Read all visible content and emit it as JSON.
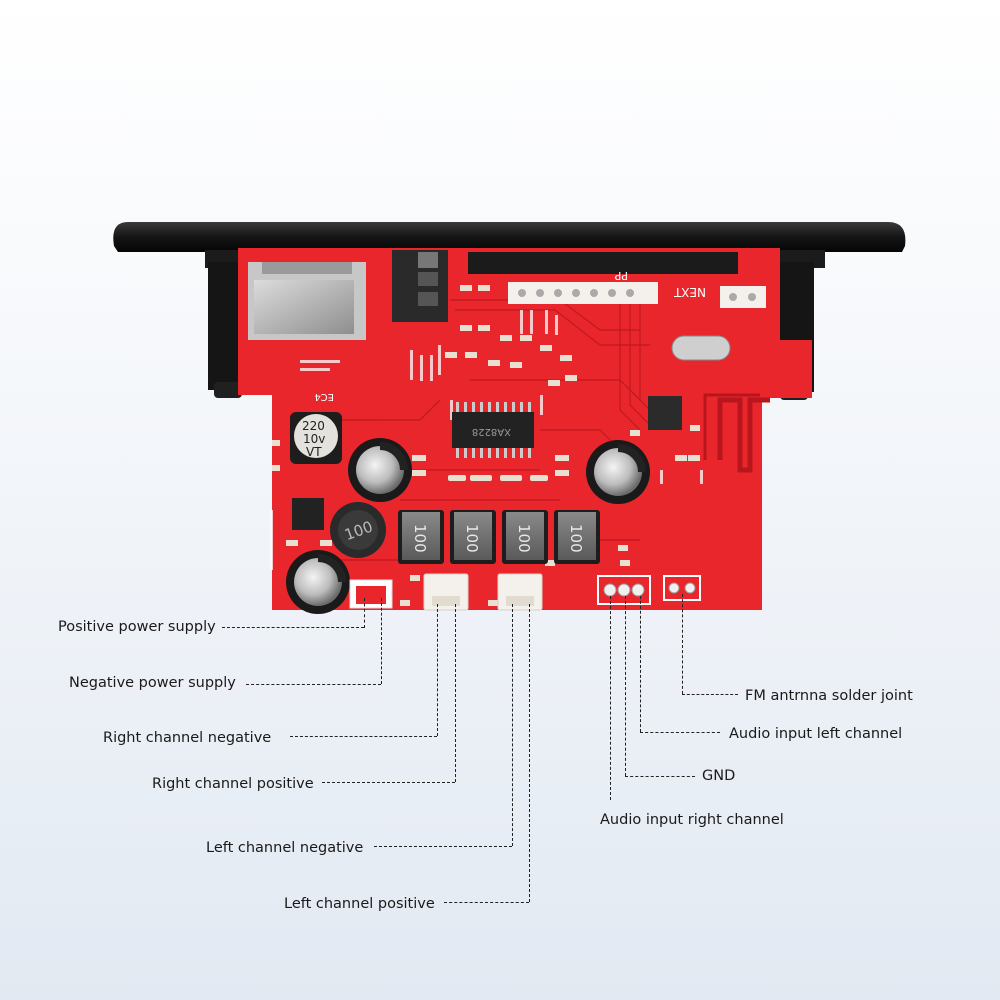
{
  "board": {
    "cap_left": {
      "line1": "220",
      "line2": "10v",
      "line3": "VT"
    },
    "inductors": [
      "100",
      "100",
      "100",
      "100"
    ],
    "inductor_left": "100",
    "chip_label": "XA8228",
    "silk_next": "NEXT",
    "silk_pp": "PP",
    "silk_ec": "EC4"
  },
  "callouts": {
    "positive_power_supply": "Positive power supply",
    "negative_power_supply": "Negative power supply",
    "right_channel_negative": "Right channel negative",
    "right_channel_positive": "Right channel positive",
    "left_channel_negative": "Left channel negative",
    "left_channel_positive": "Left channel positive",
    "fm_antenna_solder_joint": "FM antrnna solder joint",
    "audio_input_left_channel": "Audio input left channel",
    "gnd": "GND",
    "audio_input_right_channel": "Audio input right channel"
  },
  "colors": {
    "pcb": "#e8262c",
    "pcb_dark": "#b8161c",
    "panel": "#111111",
    "connector": "#f4f1ec"
  }
}
